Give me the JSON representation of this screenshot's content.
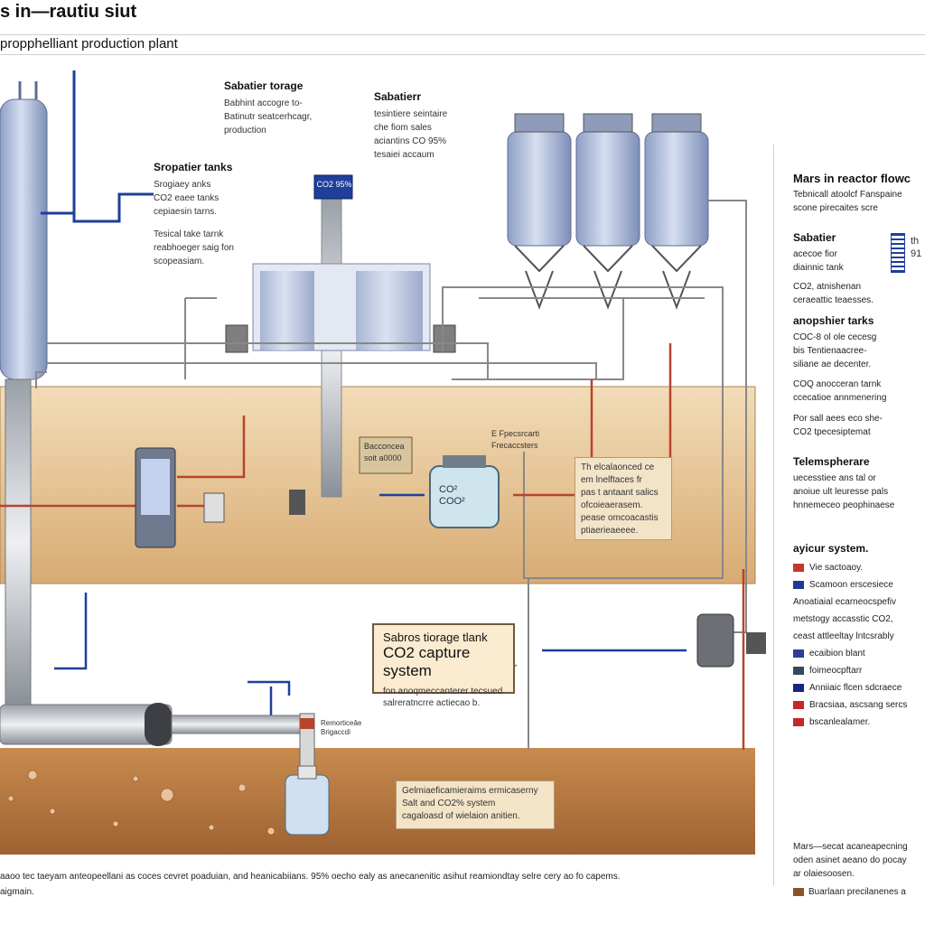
{
  "header": {
    "title_line1": "s in—rautiu siut",
    "title_line2": "propphelliant production plant"
  },
  "labels": {
    "sabatier_storage": {
      "title": "Sabatier torage",
      "lines": [
        "Babhint accogre to-",
        "Batinutr seatcerhcagr,",
        "production"
      ]
    },
    "sabatierr": {
      "title": "Sabatierr",
      "lines": [
        "tesintiere seintaire",
        "che fiom sales",
        "aciantins CO 95%",
        "tesaiei accaum"
      ]
    },
    "sropatier_tanks": {
      "title": "Sropatier tanks",
      "lines": [
        "Srogiaey anks",
        "CO2 eaee tanks",
        "cepiaesin tarns."
      ]
    },
    "tesical_take": {
      "lines": [
        "Tesical take tarnk",
        "reabhoeger saig fon",
        "scopeasiam."
      ]
    },
    "co2_badge": "CO2 95%",
    "mid_box": [
      "Bacconcea",
      "soit a0000"
    ],
    "fpess": [
      "E Fpecsrcarti",
      "Frecaccsters"
    ],
    "tank_label": [
      "CO²",
      "COO²"
    ],
    "right_note": [
      "Th elcalaonced ce",
      "em lnelftaces fr",
      "pas t antaant salics",
      "ofcoieaerasem.",
      "pease omcoacastis",
      "ptiaerieaeeee."
    ],
    "callout": {
      "line1": "Sabros tiorage tlank",
      "line2": "CO2 capture system",
      "line3": [
        "fon anoqmeccanterer tecsued",
        "salreratncrre actiecao b."
      ]
    },
    "bottom_note": [
      "Gelmiaeficamieraims ermicaserny",
      "Salt and CO2% system",
      "cagaloasd of wielaion anitien."
    ],
    "pipe_label": "Remorticeâe\nBrigaccdi"
  },
  "sidebar": {
    "heading": "Mars in reactor flowc",
    "sub": [
      "Tebnicall atoolcf Fanspaine",
      "scone pirecaites scre"
    ],
    "sabatier": {
      "title": "Sabatier",
      "lines": [
        "acecoe fior",
        "diainnic tank",
        "CO2, atnishenan",
        "ceraeattic teaesses."
      ]
    },
    "gauge_text": [
      "th",
      "91"
    ],
    "anopshier": {
      "title": "anopshier tarks",
      "lines": [
        "COC-8 ol ole cecesg",
        "bis Tentienaacree-",
        "siliane ae decenter."
      ]
    },
    "co2q": [
      "COQ anocceran tarnk",
      "ccecatioe annmenering"
    ],
    "porsal": [
      "Por sall aees eco she-",
      "CO2 tpecesiptemat"
    ],
    "telemsp": {
      "title": "Telemspherare",
      "lines": [
        "uecesstiee ans tal or",
        "anoiue ult leuresse pals",
        "hnnemeceo peophinaese"
      ]
    },
    "legend_title": "ayicur system.",
    "legend": [
      {
        "label": "Vie sactoaoy.",
        "color": "#c0392b"
      },
      {
        "label": "Scamoon erscesiece",
        "color": "#1f3a93"
      },
      {
        "label": "Anoatiaial ecarneocspefiv",
        "color": ""
      },
      {
        "label": "metstogy accasstic CO2,",
        "color": ""
      },
      {
        "label": "ceast attleeltay lntcsrably",
        "color": ""
      },
      {
        "label": "ecaibion blant",
        "color": "#2c3e95"
      },
      {
        "label": "foimeocpftarr",
        "color": "#34495e"
      },
      {
        "label": "Anniiaic flcen sdcraece",
        "color": "#1a237e"
      },
      {
        "label": "Bracsiaa, ascsang sercs",
        "color": "#c62828"
      },
      {
        "label": "bscanlealamer.",
        "color": "#c62828"
      }
    ],
    "bottom": [
      "Mars—secat acaneapecning",
      "oden asinet aeano do pocay",
      "ar olaiesoosen."
    ],
    "final": "Buarlaan precilanenes a"
  },
  "footer": {
    "line1": "aaoo tec taeyam anteopeellani as coces cevret poaduian, and heanicabiians. 95% oecho ealy as anecanenitic asihut reamiondtay selre cery ao fo capems.",
    "line2": "aigmain."
  },
  "colors": {
    "ground": "#d8a872",
    "soil": "#b6773e",
    "pipe_red": "#b8442b",
    "pipe_blue": "#1e3f9a",
    "tank_blue": "#b9c6df"
  }
}
